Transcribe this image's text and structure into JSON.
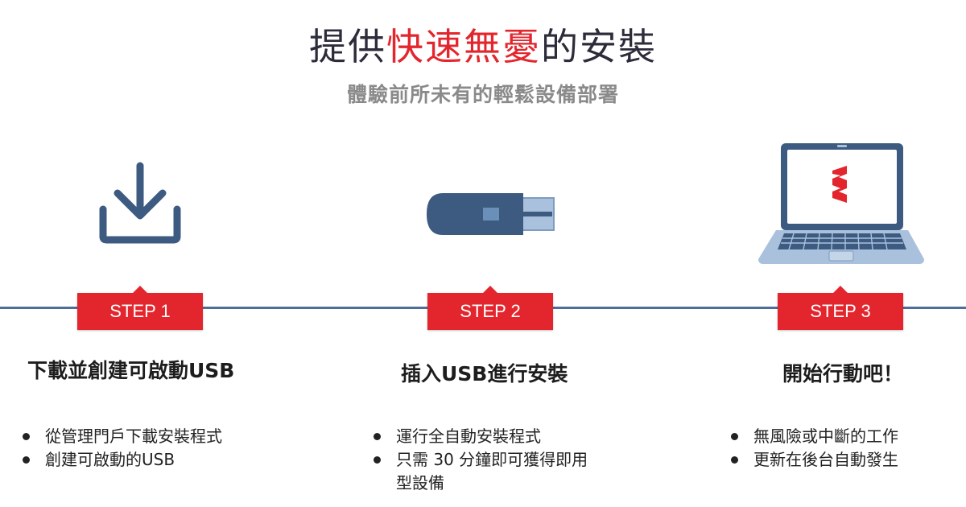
{
  "header": {
    "title_prefix": "提供",
    "title_highlight": "快速無憂",
    "title_suffix": "的安裝",
    "subtitle": "體驗前所未有的輕鬆設備部署"
  },
  "colors": {
    "accent": "#e3262d",
    "timeline": "#4d6e98",
    "icon_navy": "#3d5a80",
    "icon_light": "#a9c1dc"
  },
  "steps": [
    {
      "badge": "STEP 1",
      "icon": "download-icon",
      "heading": "下載並創建可啟動USB",
      "bullets": [
        "從管理門戶下載安裝程式",
        "創建可啟動的USB"
      ]
    },
    {
      "badge": "STEP 2",
      "icon": "usb-drive-icon",
      "heading": "插入USB進行安裝",
      "bullets": [
        "運行全自動安裝程式",
        "只需 30 分鐘即可獲得即用\n型設備"
      ]
    },
    {
      "badge": "STEP 3",
      "icon": "laptop-icon",
      "heading": "開始行動吧！",
      "bullets": [
        "無風險或中斷的工作",
        "更新在後台自動發生"
      ]
    }
  ]
}
